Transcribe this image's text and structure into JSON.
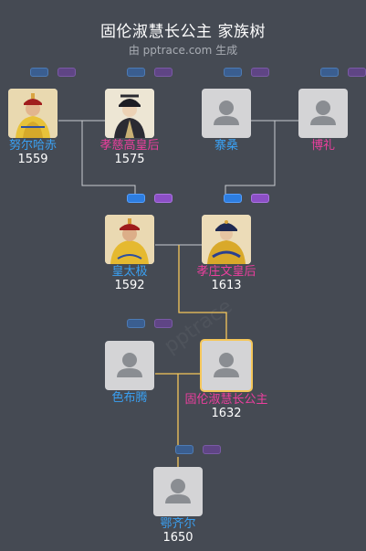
{
  "header": {
    "title": "固伦淑慧长公主 家族树",
    "subtitle": "由 pptrace.com 生成"
  },
  "watermark": "pptrace",
  "colors": {
    "background": "#454a53",
    "male": "#3aa0f2",
    "female": "#ec3f9e",
    "highlight_line": "#f5c75a",
    "line": "#c9ccd1"
  },
  "people": {
    "nurhaci": {
      "name": "努尔哈赤",
      "year": "1559",
      "gender": "male",
      "photo": "portrait-emperor"
    },
    "empress_xiaoci": {
      "name": "孝慈高皇后",
      "year": "1575",
      "gender": "female",
      "photo": "portrait-empress"
    },
    "zhaisang": {
      "name": "寨桑",
      "year": "",
      "gender": "male",
      "photo": "placeholder-avatar"
    },
    "boli": {
      "name": "博礼",
      "year": "",
      "gender": "female",
      "photo": "placeholder-avatar"
    },
    "hong_taiji": {
      "name": "皇太极",
      "year": "1592",
      "gender": "male",
      "photo": "portrait-emperor"
    },
    "empress_xiaozhuang": {
      "name": "孝庄文皇后",
      "year": "1613",
      "gender": "female",
      "photo": "portrait-empress-robe"
    },
    "sebuteng": {
      "name": "色布腾",
      "year": "",
      "gender": "male",
      "photo": "placeholder-avatar"
    },
    "princess_shuhui": {
      "name": "固伦淑慧长公主",
      "year": "1632",
      "gender": "female",
      "photo": "placeholder-avatar"
    },
    "eqier": {
      "name": "鄂齐尔",
      "year": "1650",
      "gender": "male",
      "photo": "placeholder-avatar"
    }
  }
}
